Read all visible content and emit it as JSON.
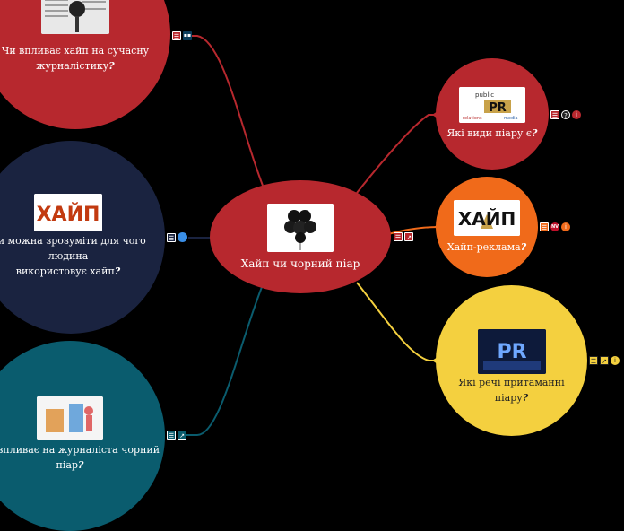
{
  "colors": {
    "background": "#000000",
    "red": "#b7282e",
    "navy": "#1a2340",
    "teal": "#0a5c6e",
    "orange": "#f06a1a",
    "yellow": "#f4d03f"
  },
  "central": {
    "title": "Хайп чи чорний піар"
  },
  "branches": {
    "top_left": {
      "text": "Чи впливає хайп на сучасну журналістику",
      "mark": "?"
    },
    "mid_left": {
      "text_1": "Чи можна зрозуміти для чого людина",
      "text_2": "використовує хайп",
      "mark": "?",
      "image_text": "ХАЙП"
    },
    "bottom_left": {
      "text_1": "Як впливає на журналіста чорний",
      "text_2": "піар",
      "mark": "?"
    },
    "top_right": {
      "text": "Які види піару є",
      "mark": "?",
      "image_text": "PR"
    },
    "mid_right": {
      "text": "Хайп-реклама",
      "mark": "?",
      "image_text": "ХАЙП",
      "badge": "NV"
    },
    "bottom_right": {
      "text": "Які речі притаманні піару",
      "mark": "?",
      "image_text": "PR"
    }
  }
}
